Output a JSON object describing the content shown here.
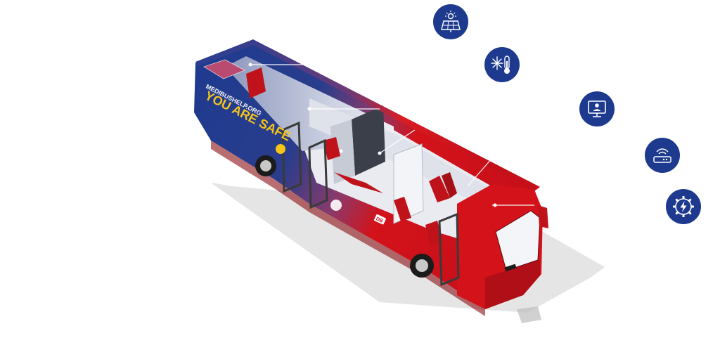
{
  "bus": {
    "website": "MEDIBUSHELP.ORG",
    "slogan": "YOU ARE SAFE",
    "operator_logo": "DB",
    "colors": {
      "navy": "#1d3a8f",
      "red": "#d3121a",
      "grey": "#9aa3b8",
      "yellow": "#f5c518"
    }
  },
  "features": [
    {
      "id": "solar",
      "icon": "solar-panel-icon"
    },
    {
      "id": "climate",
      "icon": "snowflake-thermometer-icon"
    },
    {
      "id": "screen",
      "icon": "monitor-person-icon"
    },
    {
      "id": "router",
      "icon": "wifi-router-icon"
    },
    {
      "id": "power",
      "icon": "gear-lightning-icon"
    }
  ]
}
